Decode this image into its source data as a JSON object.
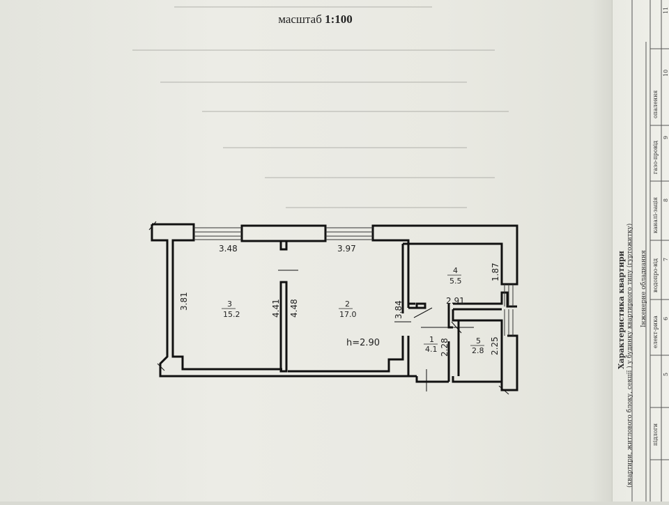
{
  "document": {
    "scale_label": "масштаб",
    "scale_value": "1:100",
    "ceiling_height": "h=2.90"
  },
  "rooms": [
    {
      "number": "3",
      "area": "15.2"
    },
    {
      "number": "2",
      "area": "17.0"
    },
    {
      "number": "4",
      "area": "5.5"
    },
    {
      "number": "1",
      "area": "4.1"
    },
    {
      "number": "5",
      "area": "2.8"
    }
  ],
  "dimensions": {
    "top_left": "3.48",
    "top_mid": "3.97",
    "left_wall": "3.81",
    "partition_left": "4.41",
    "partition_right": "4.48",
    "room2_right": "3.84",
    "room4_height": "1.87",
    "room4_width": "2.91",
    "hall_height": "2.28",
    "room5_height": "2.25"
  },
  "facing_page": {
    "title": "Характеристика квартири",
    "subtitle": "(квартири, житлового блоку, секції ) у будинку квартирного типу (гуртожитку)",
    "section": "Інженерне обладнання",
    "columns": [
      "опалення",
      "газо-провід",
      "каналі-зація",
      "водопро-від",
      "елект-рика",
      "підлоги"
    ],
    "column_numbers": [
      "11",
      "10",
      "9",
      "8",
      "7",
      "6",
      "5"
    ]
  }
}
